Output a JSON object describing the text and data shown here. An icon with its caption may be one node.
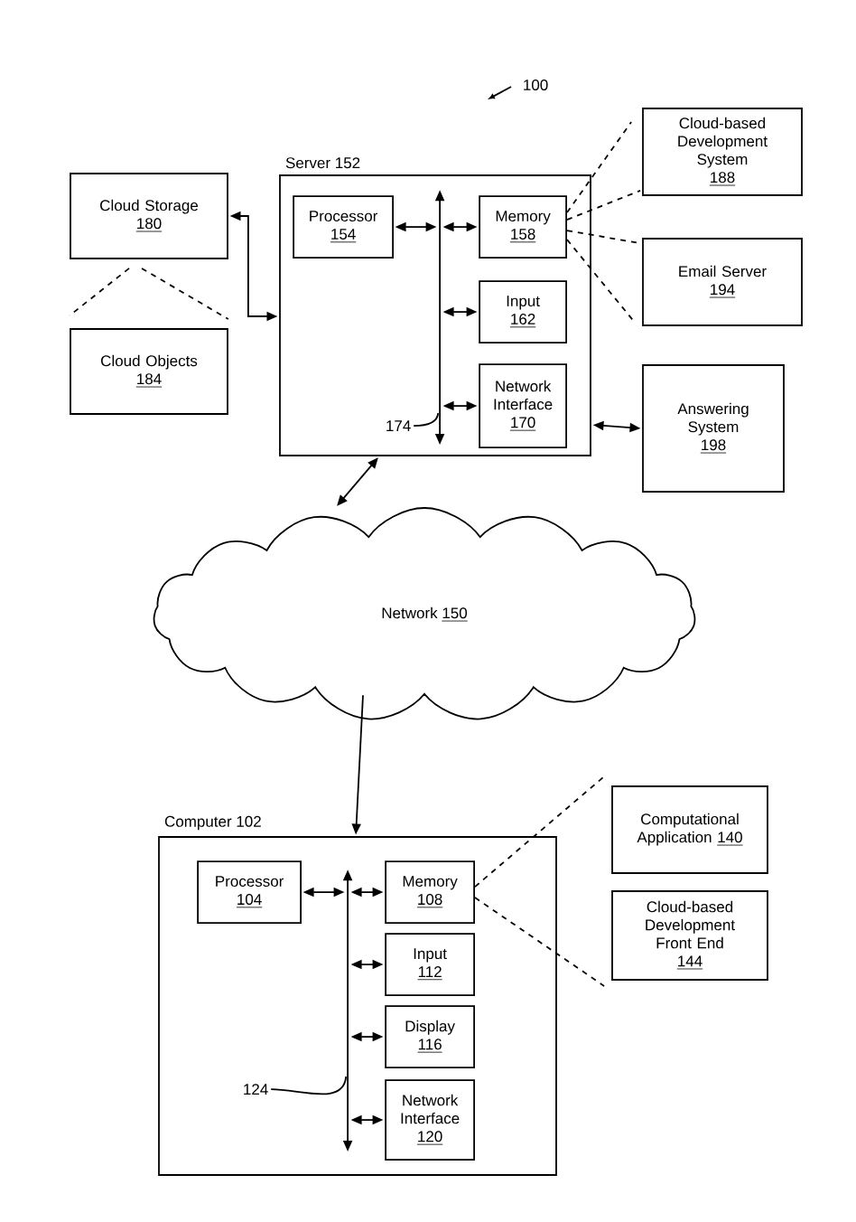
{
  "diagram": {
    "nodes": [
      {
        "text": [
          "Cloud Storage",
          "180"
        ]
      },
      {
        "text": [
          "Server 152"
        ]
      },
      {
        "text": [
          "Processor",
          "154"
        ],
        "in": 1
      },
      {
        "text": [],
        "shape": "bar",
        "in": 1
      },
      {
        "text": [
          "Memory",
          "158"
        ],
        "in": 1
      },
      {
        "text": [
          "Input",
          "162"
        ],
        "in": 1
      },
      {
        "text": [
          "174"
        ],
        "in": 1
      },
      {
        "text": [
          "Network Interface",
          "170"
        ],
        "in": 1
      },
      {
        "text": [
          "Cloud-based Development System",
          "188"
        ]
      },
      {
        "text": [
          "Email Server",
          "194"
        ]
      },
      {
        "text": [
          "Cloud Objects",
          "184"
        ]
      },
      {
        "text": [
          "Answering System",
          "198"
        ]
      },
      {
        "text": [
          "Network",
          "150"
        ]
      },
      {
        "text": [
          "Computational Application",
          "140"
        ]
      },
      {
        "text": [
          "Computer 102"
        ]
      },
      {
        "text": [
          "Processor",
          "104"
        ],
        "in": 14
      },
      {
        "text": [],
        "shape": "bar",
        "in": 14
      },
      {
        "text": [
          "Memory",
          "108"
        ],
        "in": 14
      },
      {
        "text": [
          "Cloud-based Development Front End",
          "144"
        ]
      },
      {
        "text": [
          "Input",
          "112"
        ],
        "in": 14
      },
      {
        "text": [
          "Display",
          "116"
        ],
        "in": 14
      },
      {
        "text": [
          "124"
        ],
        "in": 14
      },
      {
        "text": [
          "Network Interface",
          "120"
        ],
        "in": 14
      }
    ],
    "edges": [
      {
        "from": 0,
        "to": 1,
        "arrow": "both"
      },
      {
        "from": 0,
        "to": 10,
        "arrow": "none",
        "style": "dashed"
      },
      {
        "from": 0,
        "to": 10,
        "arrow": "none",
        "style": "dashed"
      },
      {
        "from": 2,
        "to": 3,
        "arrow": "both"
      },
      {
        "from": 3,
        "to": 4,
        "arrow": "both"
      },
      {
        "from": 3,
        "to": 5,
        "arrow": "both"
      },
      {
        "from": 6,
        "to": 3,
        "arrow": "none"
      },
      {
        "from": 3,
        "to": 7,
        "arrow": "both"
      },
      {
        "from": 4,
        "to": 8,
        "arrow": "none",
        "style": "dashed"
      },
      {
        "from": 4,
        "to": 8,
        "arrow": "none",
        "style": "dashed"
      },
      {
        "from": 4,
        "to": 9,
        "arrow": "none",
        "style": "dashed"
      },
      {
        "from": 4,
        "to": 9,
        "arrow": "none",
        "style": "dashed"
      },
      {
        "from": 1,
        "to": 11,
        "arrow": "both"
      },
      {
        "from": 1,
        "to": 12,
        "arrow": "both"
      },
      {
        "from": 12,
        "to": 14,
        "arrow": "to"
      },
      {
        "from": 15,
        "to": 16,
        "arrow": "both"
      },
      {
        "from": 16,
        "to": 17,
        "arrow": "both"
      },
      {
        "from": 17,
        "to": 13,
        "arrow": "none",
        "style": "dashed"
      },
      {
        "from": 17,
        "to": 18,
        "arrow": "none",
        "style": "dashed"
      },
      {
        "from": 16,
        "to": 19,
        "arrow": "both"
      },
      {
        "from": 16,
        "to": 20,
        "arrow": "both"
      },
      {
        "from": 21,
        "to": 16,
        "arrow": "none"
      },
      {
        "from": 16,
        "to": 22,
        "arrow": "both"
      }
    ],
    "labels": [
      "100"
    ]
  }
}
